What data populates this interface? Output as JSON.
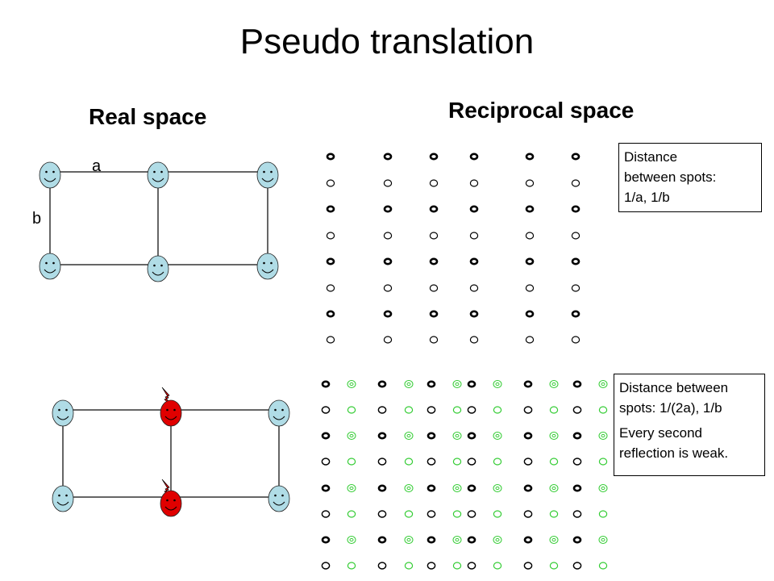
{
  "title": "Pseudo translation",
  "real_space": {
    "heading": "Real space",
    "label_a": "a",
    "label_b": "b"
  },
  "reciprocal_space": {
    "heading": "Reciprocal space",
    "note_top": {
      "line1": "Distance",
      "line2": "between spots:",
      "line3": "1/a, 1/b"
    },
    "note_bottom": {
      "line1": "Distance between",
      "line2": "spots:  1/(2a), 1/b",
      "line3": "Every second",
      "line4": "reflection is weak."
    }
  },
  "colors": {
    "face": "#b0dce6",
    "face_highlight": "#e00000",
    "strong_spot": "#000000",
    "weak_spot": "#33cc33"
  },
  "icons": [
    "smiley-face-icon",
    "lightning-bolt-icon"
  ]
}
